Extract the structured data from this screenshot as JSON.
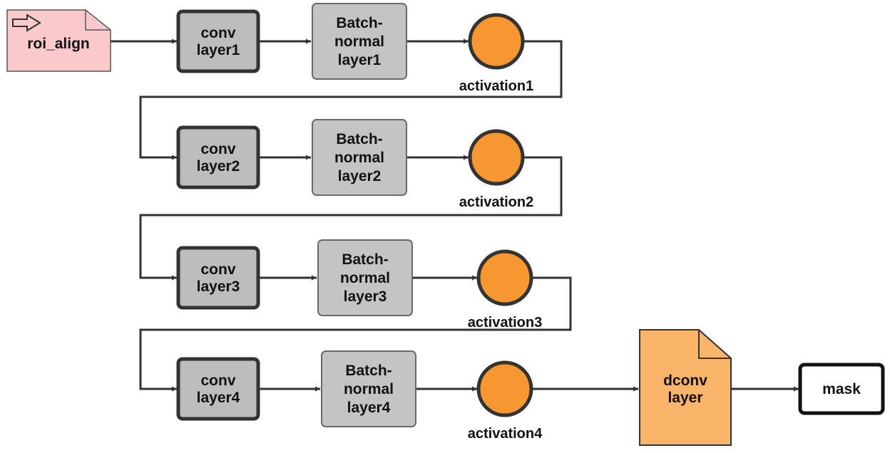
{
  "input": {
    "label": "roi_align"
  },
  "rows": [
    {
      "conv": [
        "conv",
        "layer1"
      ],
      "bn": [
        "Batch-",
        "normal",
        "layer1"
      ],
      "act": "activation1"
    },
    {
      "conv": [
        "conv",
        "layer2"
      ],
      "bn": [
        "Batch-",
        "normal",
        "layer2"
      ],
      "act": "activation2"
    },
    {
      "conv": [
        "conv",
        "layer3"
      ],
      "bn": [
        "Batch-",
        "normal",
        "layer3"
      ],
      "act": "activation3"
    },
    {
      "conv": [
        "conv",
        "layer4"
      ],
      "bn": [
        "Batch-",
        "normal",
        "layer4"
      ],
      "act": "activation4"
    }
  ],
  "dconv": [
    "dconv",
    "layer"
  ],
  "output": {
    "label": "mask"
  },
  "colors": {
    "input_fill": "#f9c9cc",
    "conv_fill": "#bdbdbd",
    "bn_fill": "#c4c4c4",
    "activation_fill": "#f7972f",
    "dconv_fill": "#fab56a",
    "output_fill": "#ffffff",
    "edge": "#333333"
  }
}
